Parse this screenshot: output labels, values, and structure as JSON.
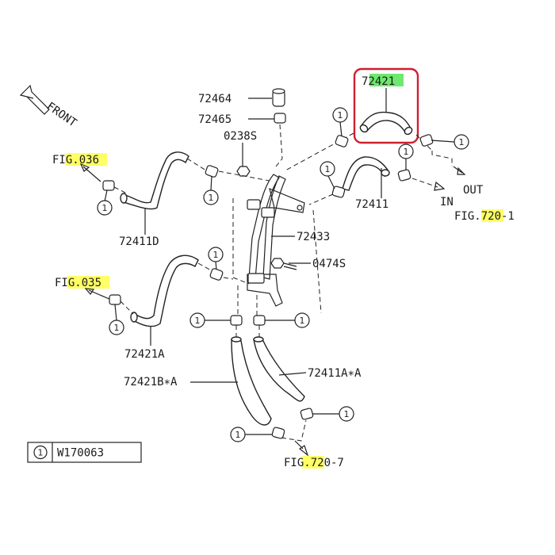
{
  "front_label": "FRONT",
  "highlight_color": "#ffff66",
  "highlight_green": "#6ee86e",
  "selection_color": "#d01f2e",
  "callout_symbol": "1",
  "parts": {
    "p72421": "72421",
    "p72464": "72464",
    "p72465": "72465",
    "p0238S": "0238S",
    "p72411D": "72411D",
    "p72411": "72411",
    "p72433": "72433",
    "p0474S": "0474S",
    "p72421A": "72421A",
    "p72421B": "72421B∗A",
    "p72411A": "72411A∗A"
  },
  "refs": {
    "fig036": "FIG.036",
    "fig035": "FIG.035",
    "fig720_1": "FIG.720-1",
    "fig720_7": "FIG.720-7",
    "out": "OUT",
    "in": "IN"
  },
  "legend": {
    "symbol": "1",
    "code": "W170063"
  }
}
